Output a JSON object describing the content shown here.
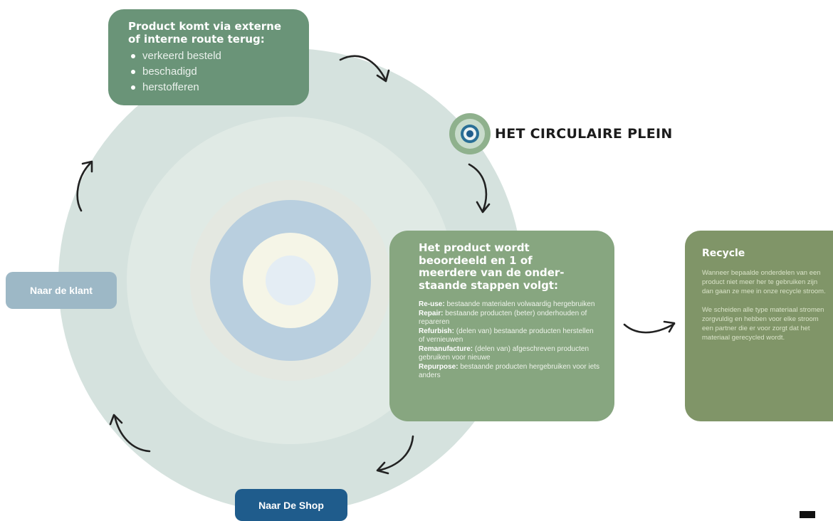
{
  "colors": {
    "ring_outer": "#d5e2de",
    "ring_2": "#e0eae5",
    "ring_3": "#e4e8e1",
    "ring_blue": "#b9cfdf",
    "ring_cream": "#f5f5e7",
    "ring_center": "#e4edf4",
    "box_green": "#6a9478",
    "box_sage": "#87a680",
    "box_recycle": "#809568",
    "pill_klant": "#9db8c6",
    "pill_shop": "#1f5c8c",
    "logo_text": "#1b1b1b"
  },
  "logo": {
    "icon": "circular-target-icon",
    "text": "HET CIRCULAIRE PLEIN"
  },
  "return_box": {
    "title": "Product komt via externe of interne route terug:",
    "items": [
      "verkeerd besteld",
      "beschadigd",
      "herstofferen"
    ]
  },
  "assessment_box": {
    "title": "Het product wordt beoordeeld en 1 of meerdere van de onder-staande stappen volgt:",
    "steps": [
      {
        "term": "Re-use:",
        "text": "bestaande materialen volwaardig hergebruiken"
      },
      {
        "term": "Repair:",
        "text": "bestaande producten (beter) onderhouden of repareren"
      },
      {
        "term": "Refurbish:",
        "text": "(delen van) bestaande producten herstellen of vernieuwen"
      },
      {
        "term": "Remanufacture:",
        "text": "(delen van) afgeschreven producten gebruiken voor nieuwe"
      },
      {
        "term": "Repurpose:",
        "text": "bestaande producten hergebruiken voor iets anders"
      }
    ]
  },
  "recycle_box": {
    "title": "Recycle",
    "paragraph_1": "Wanneer bepaalde onderdelen van een product niet meer her te gebruiken zijn dan gaan ze mee in onze recycle stroom.",
    "paragraph_2": "We scheiden alle type materiaal stromen zorgvuldig en hebben voor elke stroom een partner die er voor zorgt dat het materiaal gerecycled wordt."
  },
  "pills": {
    "klant": "Naar de klant",
    "shop": "Naar De Shop"
  }
}
